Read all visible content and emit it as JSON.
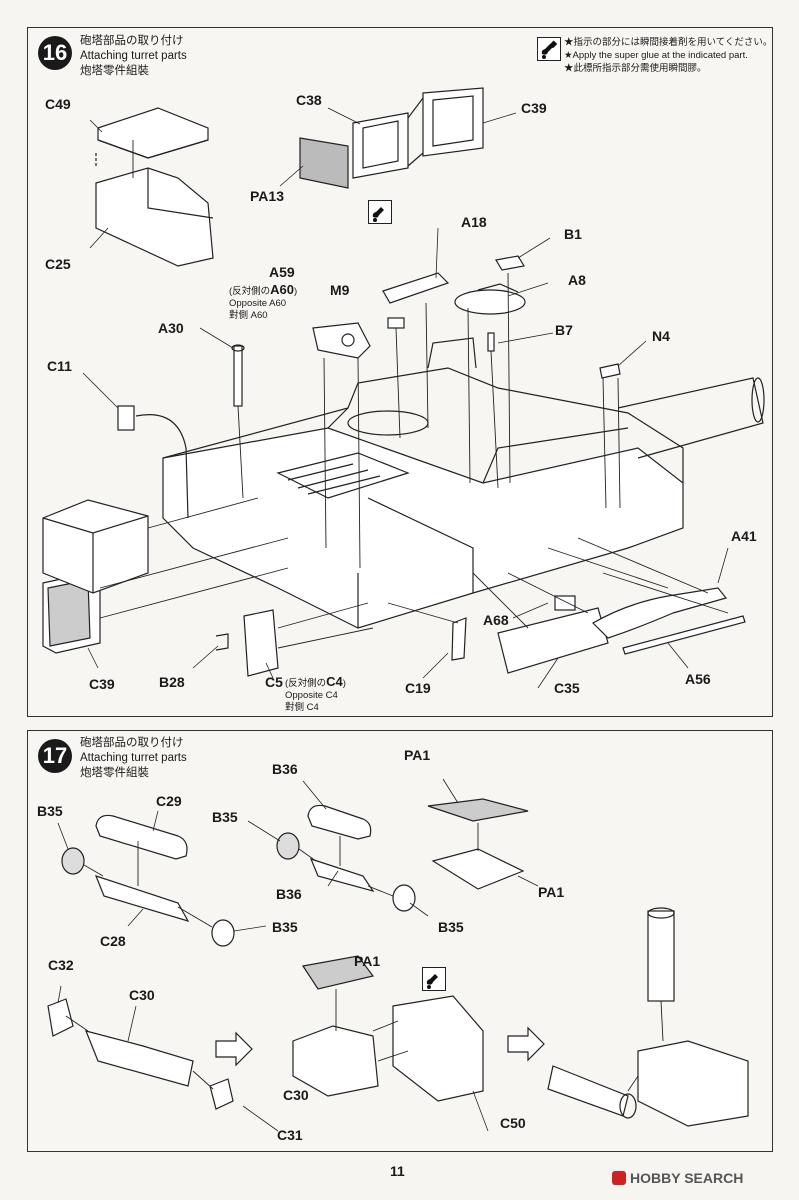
{
  "step16": {
    "number": "16",
    "title_ja": "砲塔部品の取り付け",
    "title_en": "Attaching turret parts",
    "title_zh": "炮塔零件組裝",
    "note_lines": [
      "★指示の部分には瞬間接着剤を用いてください。",
      "★Apply the super glue at the indicated part.",
      "★此標所指示部分需使用瞬間膠。"
    ],
    "labels": {
      "C49": "C49",
      "C25": "C25",
      "C38": "C38",
      "C39_top": "C39",
      "PA13": "PA13",
      "A18": "A18",
      "B1": "B1",
      "A8": "A8",
      "A59": "A59",
      "M9": "M9",
      "B7": "B7",
      "N4": "N4",
      "A30": "A30",
      "C11": "C11",
      "A41": "A41",
      "A68": "A68",
      "C39_bottom": "C39",
      "B28": "B28",
      "C5": "C5",
      "C19": "C19",
      "C35": "C35",
      "A56": "A56"
    },
    "a60_opposite_ja": "(反対側の",
    "a60_part": "A60",
    "a60_close": ")",
    "a60_opposite_en": "Opposite A60",
    "a60_opposite_zh": "對側 A60",
    "c4_opposite_ja": "(反対側の",
    "c4_part": "C4",
    "c4_close": ")",
    "c4_opposite_en": "Opposite C4",
    "c4_opposite_zh": "對側 C4"
  },
  "step17": {
    "number": "17",
    "title_ja": "砲塔部品の取り付け",
    "title_en": "Attaching turret parts",
    "title_zh": "炮塔零件組裝",
    "labels": {
      "B35_a": "B35",
      "C29": "C29",
      "C28": "C28",
      "B35_b": "B35",
      "B36_a": "B36",
      "B35_c": "B35",
      "B36_b": "B36",
      "B35_d": "B35",
      "PA1_a": "PA1",
      "PA1_b": "PA1",
      "PA1_c": "PA1",
      "C32": "C32",
      "C30_a": "C30",
      "C31": "C31",
      "C30_b": "C30",
      "C50": "C50"
    }
  },
  "page_number": "11",
  "watermark": "HOBBY SEARCH",
  "icons": [
    "super-glue-icon",
    "step-number-badge",
    "arrow-right-icon"
  ]
}
